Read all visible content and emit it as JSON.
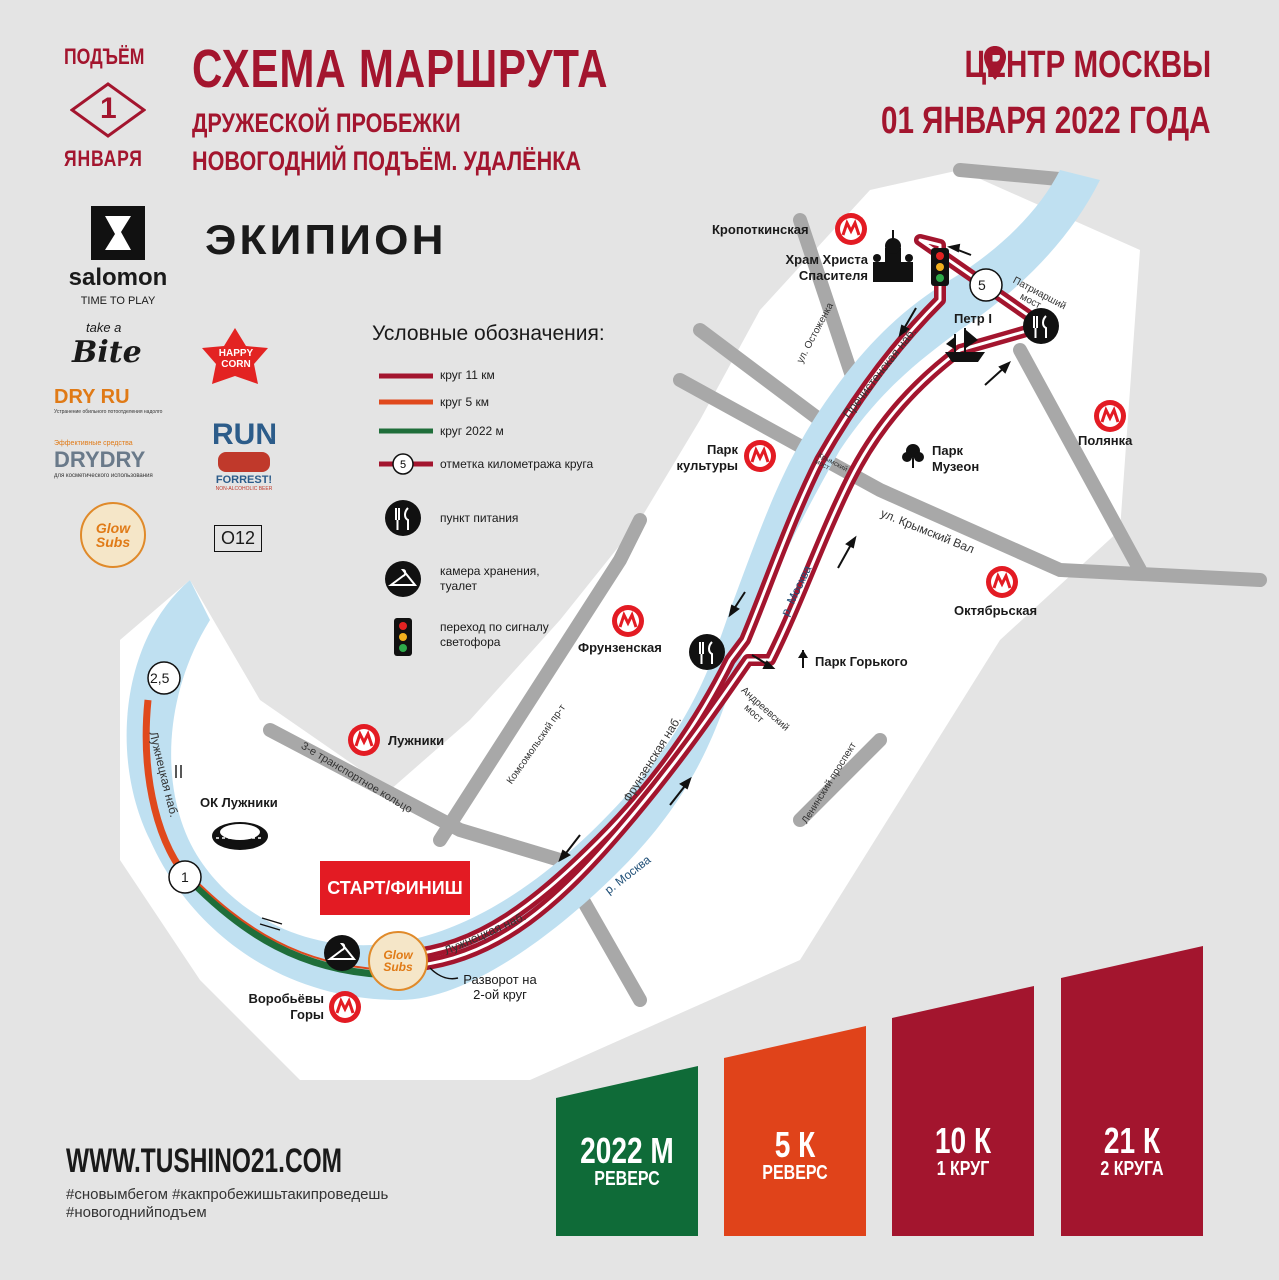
{
  "header": {
    "logo_lines": [
      "ПОДЪЁМ",
      "1",
      "ЯНВАРЯ"
    ],
    "title": "СХЕМА МАРШРУТА",
    "subtitle_1": "ДРУЖЕСКОЙ ПРОБЕЖКИ",
    "subtitle_2": "НОВОГОДНИЙ ПОДЪЁМ. УДАЛЁНКА",
    "location": "ЦЕНТР МОСКВЫ",
    "date": "01 ЯНВАРЯ 2022 ГОДА"
  },
  "sponsors": {
    "salomon": "salomon",
    "salomon_tagline": "TIME TO PLAY",
    "ekipion": "ЭКИПИОН",
    "takeabite_small": "take a",
    "takeabite_big": "Bite",
    "happycorn": "HAPPY CORN",
    "dryru": "DRY RU",
    "dryru_small": "Устранение обильного потоотделения надолго",
    "drydry_top": "Эффективные средства",
    "drydry": "DRYDRY",
    "drydry_small": "для косметического использования",
    "run": "RUN",
    "forrest": "FORREST!",
    "forrest_small": "NON-ALCOHOLIC BEER",
    "glowsubs": "Glow Subs",
    "o12": "O12"
  },
  "legend": {
    "title": "Условные обозначения:",
    "items": [
      {
        "label": "круг 11 км",
        "color": "#a3152e"
      },
      {
        "label": "круг 5 км",
        "color": "#e0491c"
      },
      {
        "label": "круг 2022 м",
        "color": "#1f6e3a"
      },
      {
        "label": "отметка километража круга",
        "marker": "5"
      },
      {
        "label": "пункт питания",
        "icon": "food-icon"
      },
      {
        "label": "камера хранения, туалет",
        "icon": "hanger-icon"
      },
      {
        "label": "переход по сигналу светофора",
        "icon": "traffic-light-icon"
      }
    ]
  },
  "map": {
    "metro": {
      "kropotkinskaya": "Кропоткинская",
      "park_kultury": "Парк культуры",
      "polyanka": "Полянка",
      "frunzenskaya": "Фрунзенская",
      "oktyabrskaya": "Октябрьская",
      "luzhniki": "Лужники",
      "vorobyovy": "Воробьёвы Горы"
    },
    "places": {
      "khram": "Храм Христа Спасителя",
      "petr": "Петр I",
      "muzeon": "Парк Музеон",
      "gorky": "Парк Горького",
      "ok_luzhniki": "ОК Лужники",
      "razvorot": "Разворот на 2-ой круг"
    },
    "streets": {
      "ostozhenka": "ул. Остоженка",
      "prechistenskaya": "Пречистенская наб.",
      "patriarshiy": "Патриарший мост",
      "krymskiy_most": "Крымский мост",
      "krymskiy_val": "ул. Крымский Вал",
      "frunzenskaya_nab": "Фрунзенская наб.",
      "andreevskiy": "Андреевский мост",
      "komsomolskiy": "Комсомольский пр-т",
      "ttk": "3-е транспортное кольцо",
      "leninskiy": "Ленинский проспект",
      "luzhnetskaya_nab": "Лужнецкая наб.",
      "luzhnetskaya_nab_2": "Лужнецкая наб."
    },
    "river": "р. Москва",
    "km_markers": [
      "5",
      "2,5",
      "1"
    ],
    "start_finish": "СТАРТ/ФИНИШ"
  },
  "distances": [
    {
      "main": "2022 М",
      "sub": "РЕВЕРС",
      "color": "#0f6b38"
    },
    {
      "main": "5 К",
      "sub": "РЕВЕРС",
      "color": "#e0431a"
    },
    {
      "main": "10 К",
      "sub": "1 КРУГ",
      "color": "#a3152e"
    },
    {
      "main": "21 К",
      "sub": "2 КРУГА",
      "color": "#a3152e"
    }
  ],
  "footer": {
    "url": "WWW.TUSHINO21.COM",
    "hashtags_1": "#сновымбегом #какпробежишьтакипроведешь",
    "hashtags_2": "#новогоднийподъем"
  }
}
